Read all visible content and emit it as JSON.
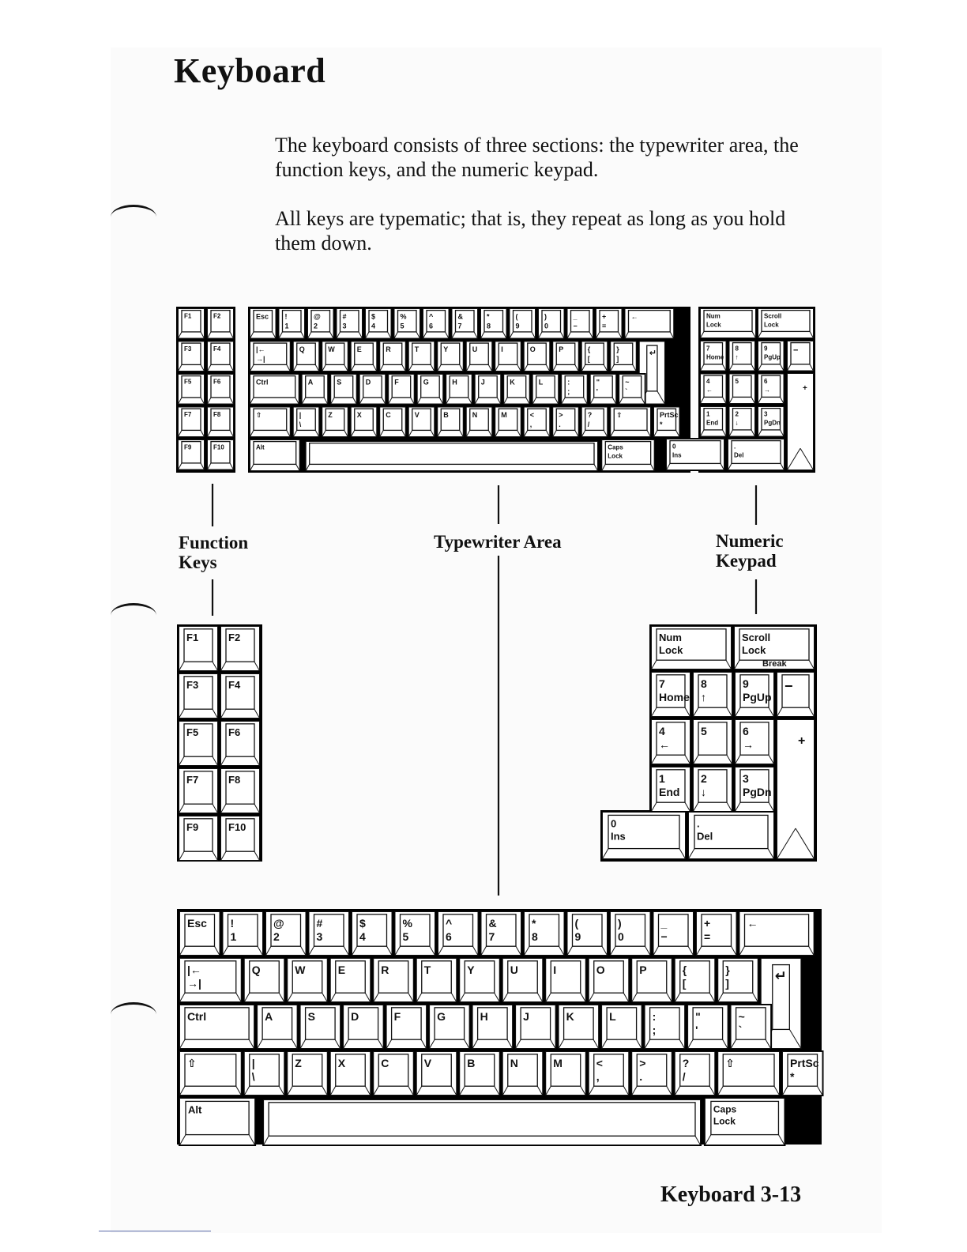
{
  "page": {
    "title": "Keyboard",
    "paragraphs": [
      "The keyboard consists of three sections: the typewriter area, the function keys, and the numeric keypad.",
      "All keys are typematic; that is, they repeat as long as you hold them down."
    ],
    "footer": "Keyboard 3-13"
  },
  "labels": {
    "function_keys": [
      "Function",
      "Keys"
    ],
    "typewriter_area": "Typewriter Area",
    "numeric_keypad": [
      "Numeric",
      "Keypad"
    ]
  },
  "function_keys": [
    [
      "F1",
      "F2"
    ],
    [
      "F3",
      "F4"
    ],
    [
      "F5",
      "F6"
    ],
    [
      "F7",
      "F8"
    ],
    [
      "F9",
      "F10"
    ]
  ],
  "keypad": {
    "rows": [
      [
        [
          "Num",
          "Lock"
        ],
        [
          "Scroll",
          "Lock"
        ]
      ],
      [
        [
          "7",
          "Home"
        ],
        [
          "8",
          "↑"
        ],
        [
          "9",
          "PgUp"
        ],
        [
          "−"
        ]
      ],
      [
        [
          "4",
          "←"
        ],
        [
          "5"
        ],
        [
          "6",
          "→"
        ],
        [
          "+"
        ]
      ],
      [
        [
          "1",
          "End"
        ],
        [
          "2",
          "↓"
        ],
        [
          "3",
          "PgDn"
        ]
      ],
      [
        [
          "0",
          "Ins"
        ],
        [
          ".",
          "Del"
        ]
      ]
    ],
    "break_label": "Break"
  },
  "typewriter": {
    "rows": [
      [
        [
          "Esc"
        ],
        [
          "!",
          "1"
        ],
        [
          "@",
          "2"
        ],
        [
          "#",
          "3"
        ],
        [
          "$",
          "4"
        ],
        [
          "%",
          "5"
        ],
        [
          "^",
          "6"
        ],
        [
          "&",
          "7"
        ],
        [
          "*",
          "8"
        ],
        [
          "(",
          "9"
        ],
        [
          ")",
          "0"
        ],
        [
          "_",
          "−"
        ],
        [
          "+",
          "="
        ],
        [
          "←"
        ]
      ],
      [
        [
          "|←",
          "→|"
        ],
        [
          "Q"
        ],
        [
          "W"
        ],
        [
          "E"
        ],
        [
          "R"
        ],
        [
          "T"
        ],
        [
          "Y"
        ],
        [
          "U"
        ],
        [
          "I"
        ],
        [
          "O"
        ],
        [
          "P"
        ],
        [
          "{",
          "["
        ],
        [
          "}",
          "]"
        ],
        [
          "↵"
        ]
      ],
      [
        [
          "Ctrl"
        ],
        [
          "A"
        ],
        [
          "S"
        ],
        [
          "D"
        ],
        [
          "F"
        ],
        [
          "G"
        ],
        [
          "H"
        ],
        [
          "J"
        ],
        [
          "K"
        ],
        [
          "L"
        ],
        [
          ":",
          ";"
        ],
        [
          "\"",
          "'"
        ],
        [
          "~",
          "`"
        ]
      ],
      [
        [
          "⇧"
        ],
        [
          "|",
          "\\"
        ],
        [
          "Z"
        ],
        [
          "X"
        ],
        [
          "C"
        ],
        [
          "V"
        ],
        [
          "B"
        ],
        [
          "N"
        ],
        [
          "M"
        ],
        [
          "<",
          ","
        ],
        [
          ">",
          "."
        ],
        [
          "?",
          "/"
        ],
        [
          "⇧"
        ],
        [
          "PrtSc",
          "*"
        ]
      ],
      [
        [
          "Alt"
        ],
        [
          " "
        ],
        [
          "Caps",
          "Lock"
        ]
      ]
    ]
  },
  "colors": {
    "ink": "#111111",
    "key_face": "#ffffff",
    "shadow": "#000000"
  }
}
